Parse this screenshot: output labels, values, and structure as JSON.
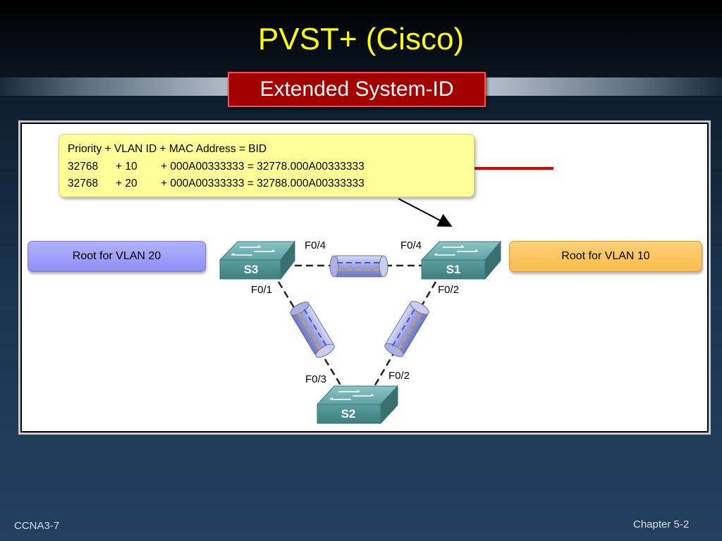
{
  "slide": {
    "title": "PVST+ (Cisco)",
    "subtitle": "Extended System-ID"
  },
  "formula": {
    "header": "Priority + VLAN ID + MAC Address  = BID",
    "rows": [
      {
        "priority": "32768",
        "vlan": "+ 10",
        "rest": "+ 000A00333333 = 32778.000A00333333"
      },
      {
        "priority": "32768",
        "vlan": "+ 20",
        "rest": "+ 000A00333333 = 32788.000A00333333"
      }
    ]
  },
  "roots": {
    "vlan20": "Root for VLAN 20",
    "vlan10": "Root for VLAN 10"
  },
  "switches": {
    "s1": "S1",
    "s2": "S2",
    "s3": "S3"
  },
  "ports": {
    "s3_top": "F0/4",
    "s1_top": "F0/4",
    "s3_bottom": "F0/1",
    "s1_bottom": "F0/2",
    "s2_left": "F0/3",
    "s2_right": "F0/2"
  },
  "footer": {
    "left": "CCNA3-7",
    "right": "Chapter 5-2"
  },
  "colors": {
    "title": "#ffff00",
    "subtitle_bg": "#a30000",
    "switch": "#4f9c9c",
    "arrow_red": "#e60000"
  }
}
